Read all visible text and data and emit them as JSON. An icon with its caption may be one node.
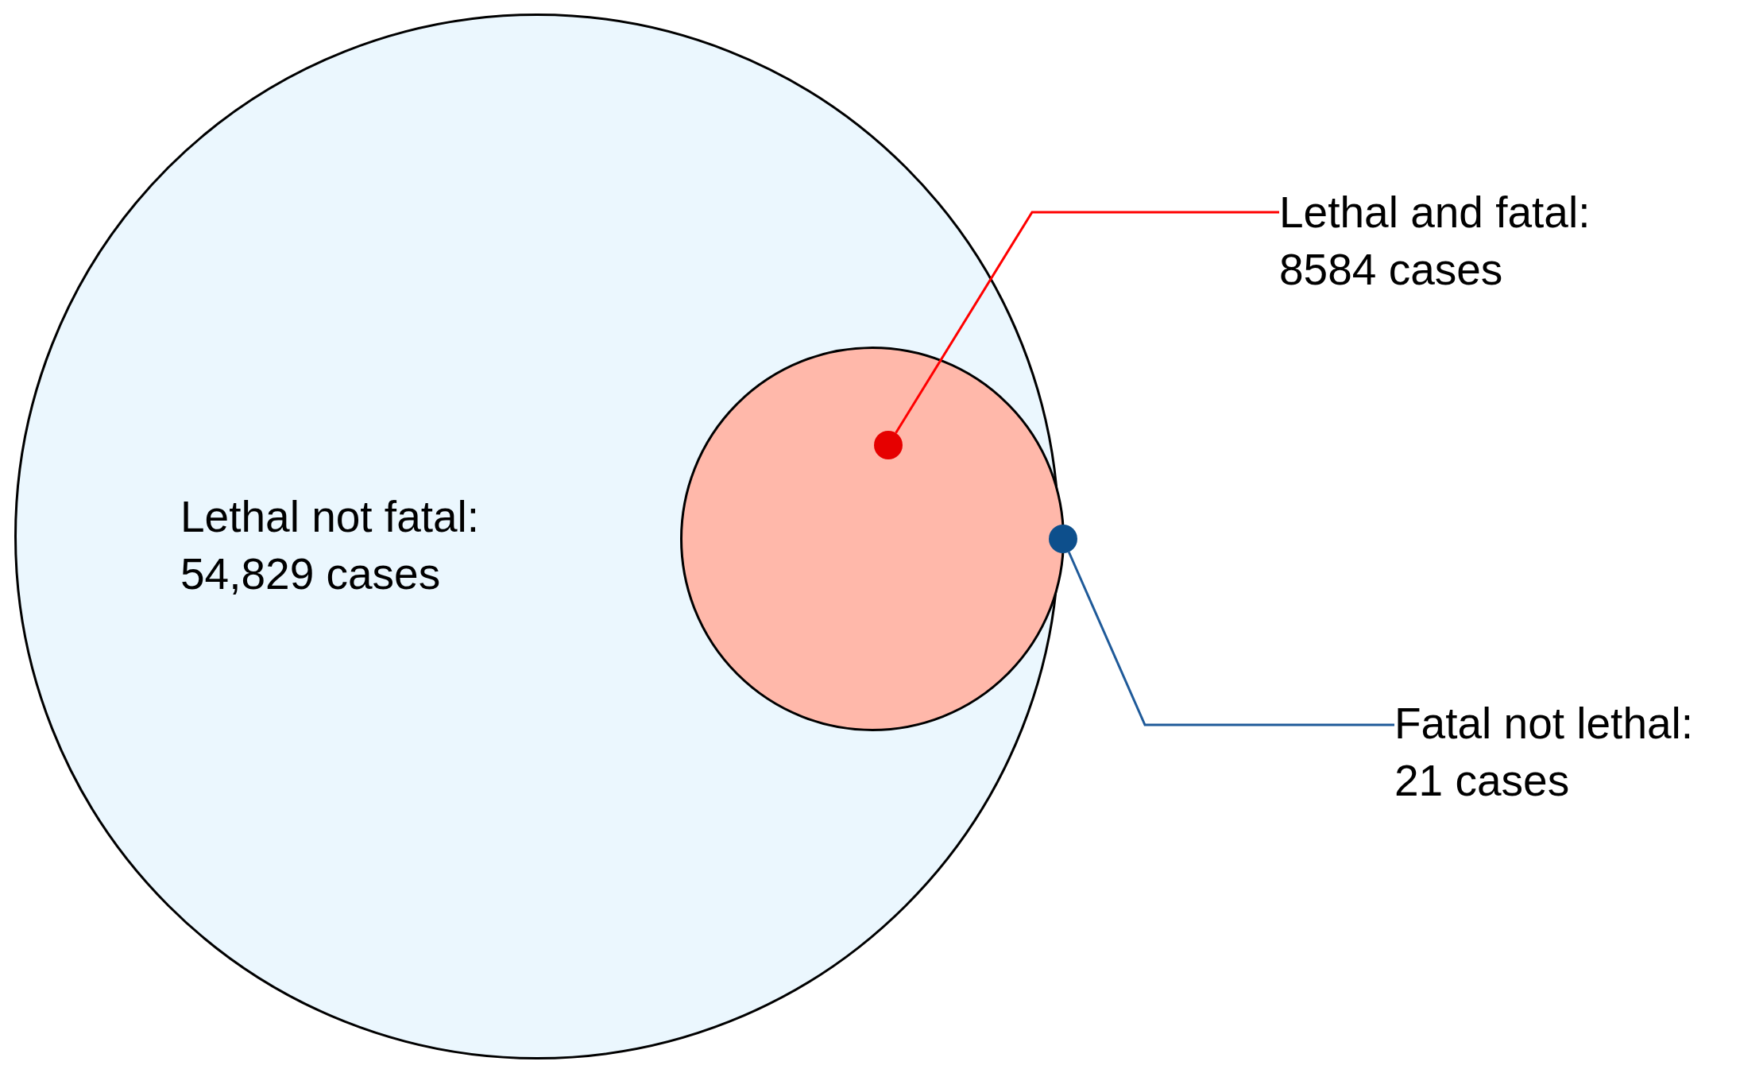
{
  "diagram": {
    "nodes": [
      {
        "text": [
          "Lethal not fatal: 54,829 cases"
        ]
      },
      {
        "text": [],
        "shape": "circle",
        "in": 0
      },
      {
        "text": [
          "Lethal and fatal: 8584 cases"
        ]
      },
      {
        "text": [],
        "shape": "circle",
        "in": 1
      },
      {
        "text": [
          "Fatal not lethal: 21 cases"
        ]
      },
      {
        "text": [],
        "shape": "circle"
      }
    ],
    "edges": [
      {
        "from": 2,
        "to": 3,
        "arrow": "none",
        "color": "#ff0000"
      },
      {
        "from": 4,
        "to": 5,
        "arrow": "none",
        "color": "#1f5a99"
      }
    ]
  }
}
